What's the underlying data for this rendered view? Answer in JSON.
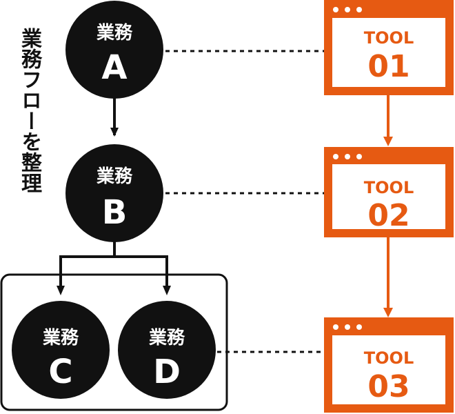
{
  "side_title": "業務フローを整理",
  "colors": {
    "node": "#111111",
    "tool": "#e65a12",
    "connector": "#111111"
  },
  "nodes": [
    {
      "id": "A",
      "line1": "業務",
      "line2": "A"
    },
    {
      "id": "B",
      "line1": "業務",
      "line2": "B"
    },
    {
      "id": "C",
      "line1": "業務",
      "line2": "C"
    },
    {
      "id": "D",
      "line1": "業務",
      "line2": "D"
    }
  ],
  "tools": [
    {
      "id": "01",
      "line1": "TOOL",
      "line2": "01"
    },
    {
      "id": "02",
      "line1": "TOOL",
      "line2": "02"
    },
    {
      "id": "03",
      "line1": "TOOL",
      "line2": "03"
    }
  ],
  "edges": [
    {
      "from": "業務A",
      "to": "業務B",
      "style": "arrow"
    },
    {
      "from": "業務B",
      "to": "業務C",
      "style": "arrow"
    },
    {
      "from": "業務B",
      "to": "業務D",
      "style": "arrow"
    },
    {
      "from": "TOOL 01",
      "to": "TOOL 02",
      "style": "arrow"
    },
    {
      "from": "TOOL 02",
      "to": "TOOL 03",
      "style": "arrow"
    },
    {
      "from": "業務A",
      "to": "TOOL 01",
      "style": "dotted"
    },
    {
      "from": "業務B",
      "to": "TOOL 02",
      "style": "dotted"
    },
    {
      "from": "業務D",
      "to": "TOOL 03",
      "style": "dotted"
    }
  ]
}
